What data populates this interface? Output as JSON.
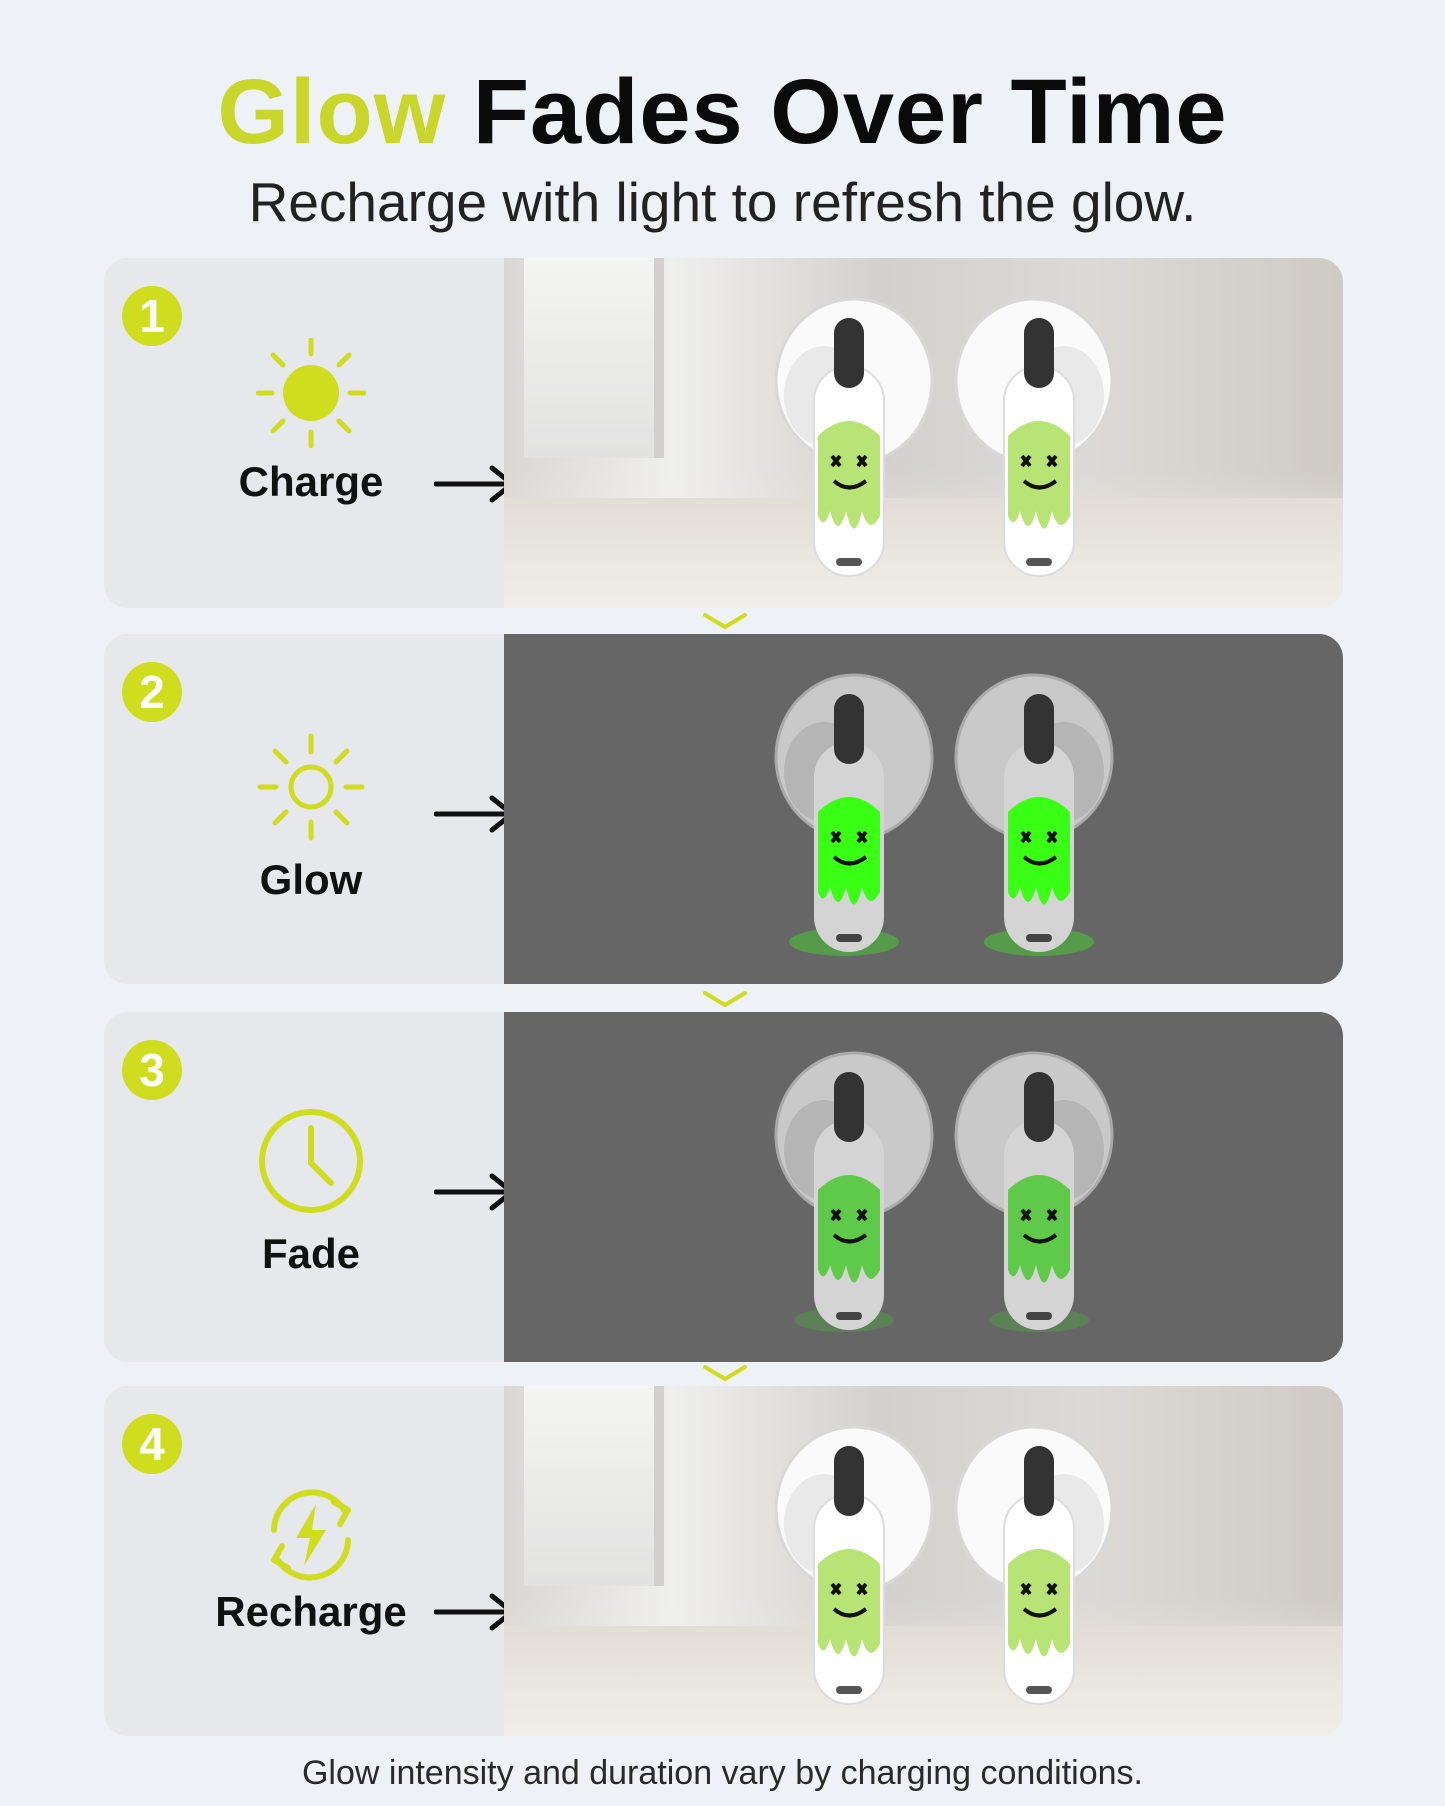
{
  "header": {
    "title_accent": "Glow",
    "title_rest": "Fades Over Time",
    "subtitle": "Recharge with light to refresh the glow."
  },
  "steps": [
    {
      "number": "1",
      "label": "Charge",
      "icon": "sun-filled-icon",
      "scene": "light"
    },
    {
      "number": "2",
      "label": "Glow",
      "icon": "sun-outline-icon",
      "scene": "dark"
    },
    {
      "number": "3",
      "label": "Fade",
      "icon": "clock-icon",
      "scene": "dark"
    },
    {
      "number": "4",
      "label": "Recharge",
      "icon": "recharge-bolt-icon",
      "scene": "light"
    }
  ],
  "footnote": "Glow intensity and duration vary by charging conditions.",
  "colors": {
    "accent": "#cfdd1f",
    "glow": "#39ff14",
    "background": "#eef1f5"
  }
}
